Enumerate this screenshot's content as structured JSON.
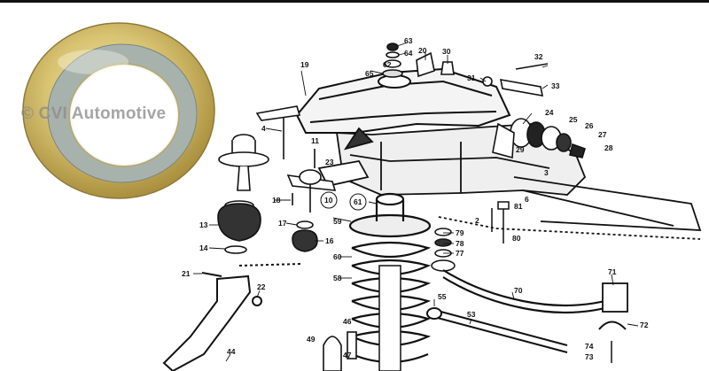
{
  "watermark": "© CVI Automotive",
  "callouts": {
    "n2": "2",
    "n3": "3",
    "n4": "4",
    "n6": "6",
    "n10": "10",
    "n11": "11",
    "n13": "13",
    "n14": "14",
    "n16": "16",
    "n17": "17",
    "n18": "18",
    "n19": "19",
    "n20": "20",
    "n21": "21",
    "n22": "22",
    "n23": "23",
    "n24": "24",
    "n25": "25",
    "n26": "26",
    "n27": "27",
    "n28": "28",
    "n29": "29",
    "n30": "30",
    "n31": "31",
    "n32": "32",
    "n33": "33",
    "n44": "44",
    "n46": "46",
    "n47": "47",
    "n49": "49",
    "n53": "53",
    "n55": "55",
    "n58": "58",
    "n59": "59",
    "n60": "60",
    "n61": "61",
    "n62": "62",
    "n63": "63",
    "n64": "64",
    "n65": "65",
    "n70": "70",
    "n71": "71",
    "n72": "72",
    "n73": "73",
    "n74": "74",
    "n77": "77",
    "n78": "78",
    "n79": "79",
    "n80": "80",
    "n81": "81"
  },
  "colors": {
    "line": "#111111",
    "seal_outer": "#c9b24a",
    "seal_inner": "#9aa7a3",
    "seal_rim": "#b5aa7a"
  }
}
